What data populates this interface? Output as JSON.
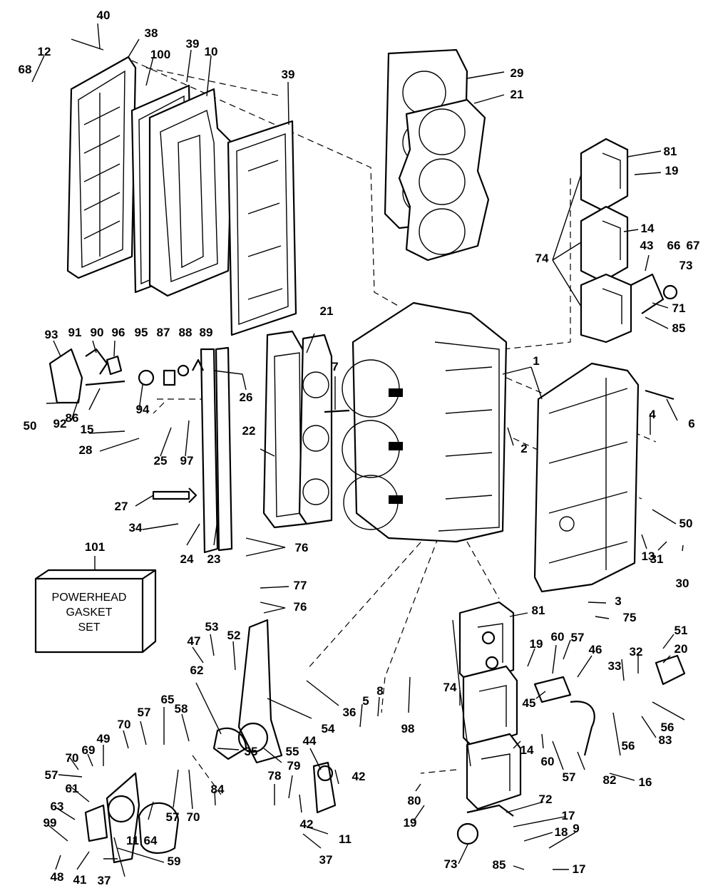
{
  "callouts": [
    "40",
    "38",
    "12",
    "68",
    "100",
    "39",
    "10",
    "39",
    "29",
    "21",
    "81",
    "19",
    "14",
    "74",
    "43",
    "66",
    "67",
    "73",
    "71",
    "85",
    "93",
    "91",
    "90",
    "96",
    "95",
    "87",
    "88",
    "89",
    "21",
    "7",
    "1",
    "26",
    "50",
    "92",
    "86",
    "94",
    "15",
    "28",
    "25",
    "97",
    "22",
    "2",
    "6",
    "4",
    "27",
    "34",
    "24",
    "23",
    "76",
    "101",
    "50",
    "13",
    "31",
    "30",
    "77",
    "76",
    "3",
    "75",
    "53",
    "47",
    "52",
    "62",
    "58",
    "65",
    "57",
    "70",
    "69",
    "49",
    "70",
    "57",
    "61",
    "63",
    "99",
    "48",
    "41",
    "11",
    "37",
    "59",
    "64",
    "57",
    "70",
    "35",
    "84",
    "55",
    "54",
    "36",
    "8",
    "5",
    "98",
    "44",
    "78",
    "79",
    "42",
    "42",
    "11",
    "37",
    "74",
    "81",
    "19",
    "60",
    "57",
    "46",
    "45",
    "14",
    "60",
    "57",
    "82",
    "33",
    "32",
    "51",
    "20",
    "56",
    "83",
    "56",
    "16",
    "80",
    "19",
    "72",
    "17",
    "18",
    "9",
    "73",
    "85",
    "17"
  ],
  "kit_box": {
    "line1": "POWERHEAD",
    "line2": "GASKET",
    "line3": "SET"
  }
}
